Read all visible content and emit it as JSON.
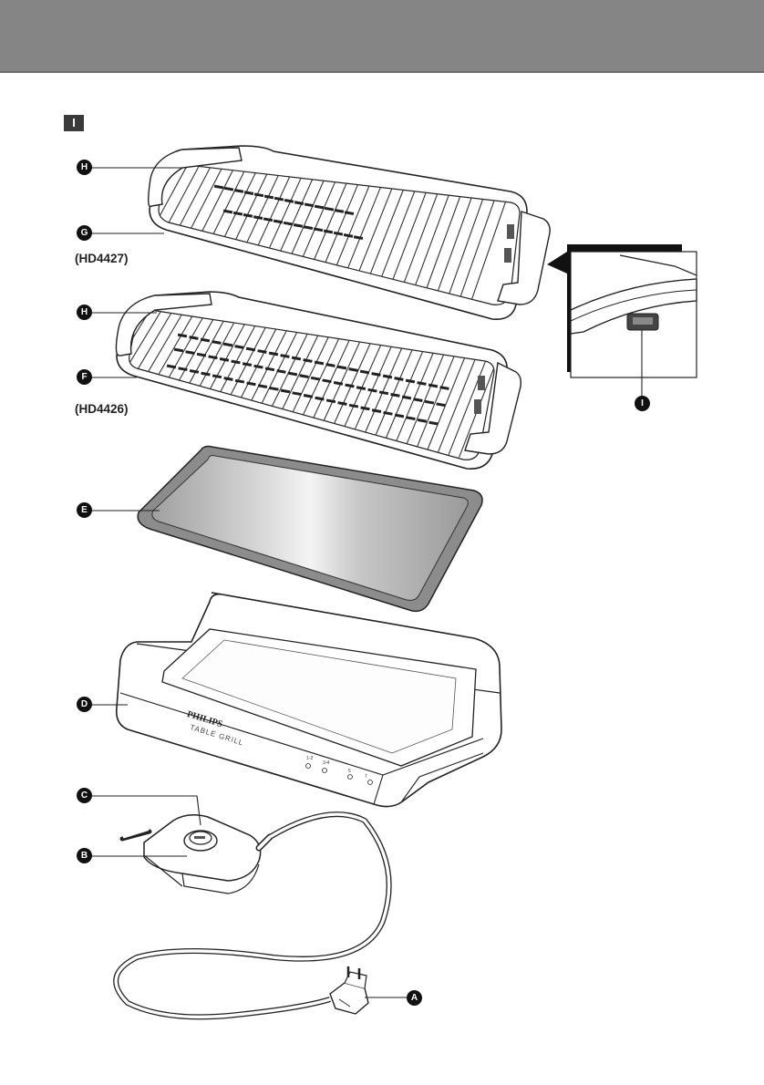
{
  "section": {
    "label": "I"
  },
  "models": {
    "top": "(HD4427)",
    "middle": "(HD4426)"
  },
  "callouts": {
    "H_top": "H",
    "G": "G",
    "H_mid": "H",
    "F": "F",
    "E": "E",
    "D": "D",
    "C": "C",
    "B": "B",
    "A": "A",
    "I": "I"
  },
  "product": {
    "brand": "PHILIPS",
    "name": "TABLE GRILL",
    "controls": [
      "1-2",
      "3-4",
      "5",
      "7"
    ]
  },
  "colors": {
    "header": "#858585",
    "badge": "#3a3a3a",
    "line": "#222222",
    "tray": "#b8b8b8"
  }
}
